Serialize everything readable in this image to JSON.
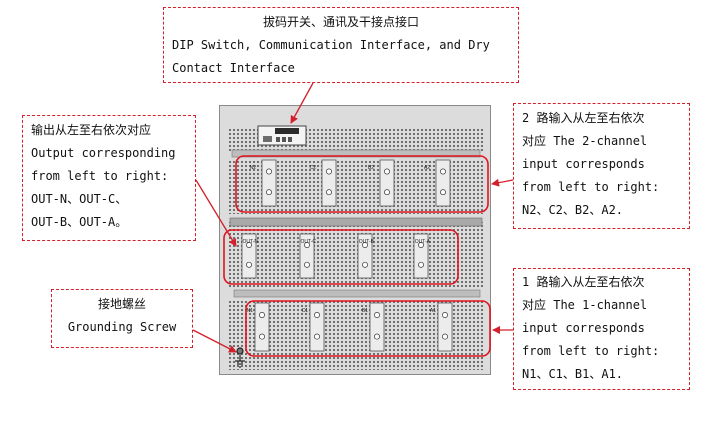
{
  "callouts": {
    "dip": {
      "line1": "拔码开关、通讯及干接点接口",
      "line2": "DIP Switch, Communication Interface, and Dry",
      "line3": "Contact Interface"
    },
    "output": {
      "line1": "输出从左至右依次对应",
      "line2": "Output corresponding",
      "line3": "from left to right:",
      "line4": "OUT-N、OUT-C、",
      "line5": "OUT-B、OUT-A。"
    },
    "ground": {
      "line1": "接地螺丝",
      "line2": "Grounding Screw"
    },
    "input2": {
      "line1": "2 路输入从左至右依次",
      "line2": "对应 The 2-channel",
      "line3": "input corresponds",
      "line4": "from left to right:",
      "line5": "N2、C2、B2、A2."
    },
    "input1": {
      "line1": "1 路输入从左至右依次",
      "line2": "对应 The 1-channel",
      "line3": "input corresponds",
      "line4": "from left to right:",
      "line5": "N1、C1、B1、A1."
    }
  },
  "terminals": {
    "input2": [
      "N2",
      "C2",
      "B2",
      "A2"
    ],
    "output": [
      "OUT-N",
      "OUT-C",
      "OUT-B",
      "OUT-A"
    ],
    "input1": [
      "N1",
      "C1",
      "B1",
      "A1"
    ]
  },
  "colors": {
    "callout_border": "#d4202a",
    "highlight": "#e0141e",
    "cabinet": "#dcdcdc"
  }
}
